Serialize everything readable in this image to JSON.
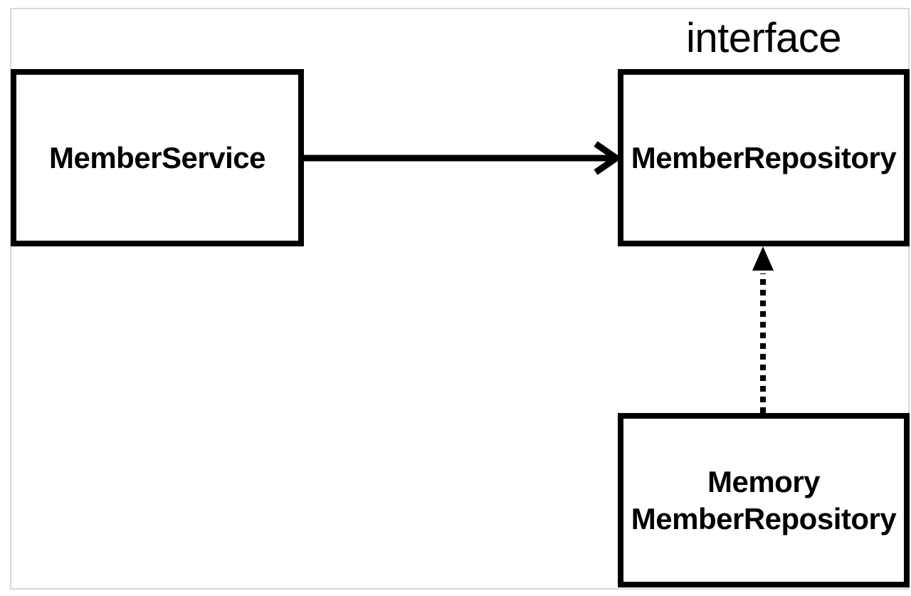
{
  "diagram": {
    "type": "uml-class-diagram",
    "nodes": {
      "member_service": {
        "label": "MemberService"
      },
      "member_repository": {
        "label": "MemberRepository",
        "stereotype": "interface"
      },
      "memory_member_repository": {
        "label_line1": "Memory",
        "label_line2": "MemberRepository"
      }
    },
    "edges": [
      {
        "from": "MemberService",
        "to": "MemberRepository",
        "style": "solid",
        "arrowhead": "open-chevron",
        "meaning": "dependency"
      },
      {
        "from": "MemoryMemberRepository",
        "to": "MemberRepository",
        "style": "dotted",
        "arrowhead": "filled-triangle",
        "meaning": "implements"
      }
    ],
    "colors": {
      "line": "#000000",
      "node_border": "#000000",
      "node_fill": "#ffffff",
      "background": "#ffffff",
      "frame_border": "#d8d8d8",
      "text": "#000000"
    }
  }
}
